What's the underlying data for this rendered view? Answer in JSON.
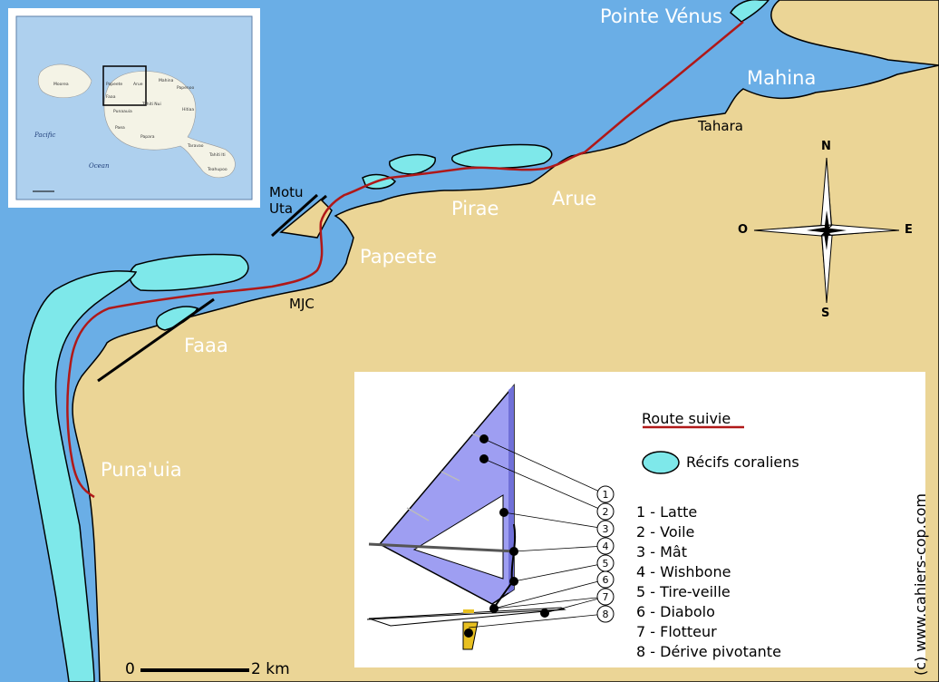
{
  "map": {
    "colors": {
      "sea": "#6aaee6",
      "land": "#ebd596",
      "reef": "#7ee8ea",
      "route": "#b01818",
      "sail": "#9e9ef2",
      "fin": "#e8c020"
    },
    "places": [
      {
        "id": "pointe-venus",
        "name": "Pointe Vénus",
        "style": "big"
      },
      {
        "id": "mahina",
        "name": "Mahina",
        "style": "big"
      },
      {
        "id": "tahara",
        "name": "Tahara",
        "style": "small"
      },
      {
        "id": "motu-uta",
        "name": "Motu\nUta",
        "style": "small"
      },
      {
        "id": "pirae",
        "name": "Pirae",
        "style": "big"
      },
      {
        "id": "arue",
        "name": "Arue",
        "style": "big"
      },
      {
        "id": "papeete",
        "name": "Papeete",
        "style": "big"
      },
      {
        "id": "mjc",
        "name": "MJC",
        "style": "small"
      },
      {
        "id": "faaa",
        "name": "Faaa",
        "style": "big"
      },
      {
        "id": "punauia",
        "name": "Puna'uia",
        "style": "big"
      }
    ],
    "compass": {
      "n": "N",
      "e": "E",
      "s": "S",
      "o": "O",
      "icon": "compass-rose-icon"
    },
    "scale": {
      "start": "0",
      "end": "2 km"
    },
    "credit": "(c) www.cahiers-cop.com"
  },
  "inset": {
    "ocean_labels": [
      "Pacific",
      "Ocean"
    ],
    "towns": [
      "Papeete",
      "Arue",
      "Faaa",
      "Mahina",
      "Papenoo",
      "Hitiaa",
      "Punaauia",
      "Paea",
      "Papara",
      "Taravao",
      "Teahupoo",
      "Moorea",
      "Tahiti Nui",
      "Tahiti Iti"
    ]
  },
  "legend": {
    "route_label": "Route suivie",
    "reef_label": "Récifs coraliens",
    "parts": [
      {
        "num": "1",
        "label": "1 - Latte"
      },
      {
        "num": "2",
        "label": "2 - Voile"
      },
      {
        "num": "3",
        "label": "3 - Mât"
      },
      {
        "num": "4",
        "label": "4 - Wishbone"
      },
      {
        "num": "5",
        "label": "5 - Tire-veille"
      },
      {
        "num": "6",
        "label": "6 - Diabolo"
      },
      {
        "num": "7",
        "label": "7 - Flotteur"
      },
      {
        "num": "8",
        "label": "8 - Dérive pivotante"
      }
    ]
  }
}
